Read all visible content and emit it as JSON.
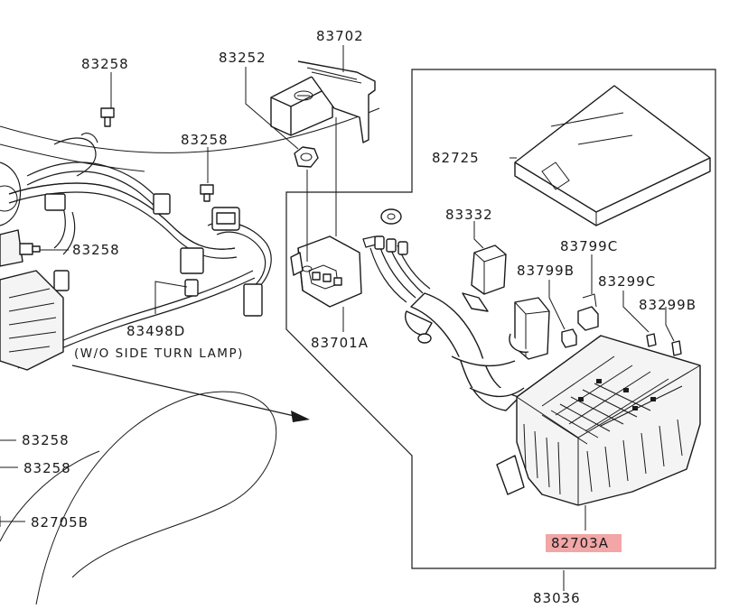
{
  "callouts": {
    "c83702": "83702",
    "c83252": "83252",
    "c83258_top": "83258",
    "c83258_mid": "83258",
    "c83258_left": "83258",
    "c82725": "82725",
    "c83332": "83332",
    "c83799C": "83799C",
    "c83799B": "83799B",
    "c83299C": "83299C",
    "c83299B": "83299B",
    "c83701A": "83701A",
    "c83498D": "83498D",
    "c83258_a": "83258",
    "c83258_b": "83258",
    "c82705B": "82705B",
    "c82703A": "82703A",
    "c83036": "83036"
  },
  "note": "(W/O SIDE TURN LAMP)",
  "highlight_color": "#f2a6a6"
}
